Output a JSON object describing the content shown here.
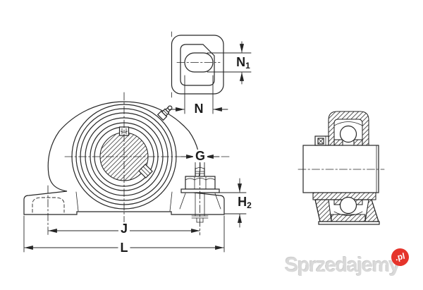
{
  "colors": {
    "line": "#262626",
    "background": "#ffffff",
    "watermark_text": "#d9d9d9",
    "watermark_badge": "#e5342b"
  },
  "labels": {
    "n1": {
      "main": "N",
      "sub": "1"
    },
    "n": {
      "main": "N"
    },
    "g": {
      "main": "G"
    },
    "h2": {
      "main": "H",
      "sub": "2"
    },
    "j": {
      "main": "J"
    },
    "l": {
      "main": "L"
    }
  },
  "watermark": {
    "text": "Sprzedajemy",
    "badge_text": ".pl"
  }
}
